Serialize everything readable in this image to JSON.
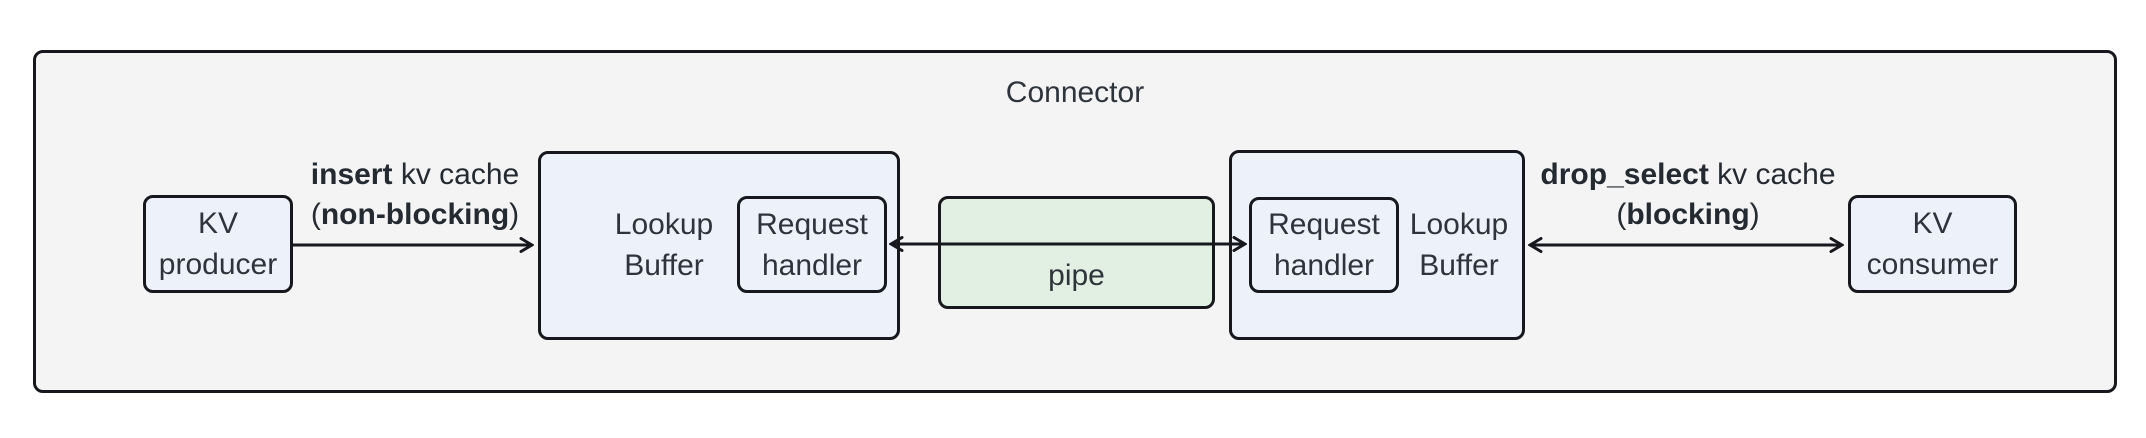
{
  "title": "Connector",
  "colors": {
    "outer_fill": "#f4f4f4",
    "node_fill": "#edf1fa",
    "pipe_fill": "#e2f0e3",
    "border": "#16181d",
    "text": "#2e343c"
  },
  "nodes": {
    "kv_producer": {
      "line1": "KV",
      "line2": "producer"
    },
    "lookup_buffer_left": {
      "line1": "Lookup",
      "line2": "Buffer"
    },
    "request_handler_left": {
      "line1": "Request",
      "line2": "handler"
    },
    "pipe": {
      "label": "pipe"
    },
    "request_handler_right": {
      "line1": "Request",
      "line2": "handler"
    },
    "lookup_buffer_right": {
      "line1": "Lookup",
      "line2": "Buffer"
    },
    "kv_consumer": {
      "line1": "KV",
      "line2": "consumer"
    }
  },
  "edges": {
    "insert": {
      "bold": "insert",
      "rest": " kv cache",
      "paren_open": "(",
      "paren_bold": "non-blocking",
      "paren_close": ")"
    },
    "drop_select": {
      "bold": "drop_select",
      "rest": " kv cache",
      "paren_open": "(",
      "paren_bold": "blocking",
      "paren_close": ")"
    }
  }
}
